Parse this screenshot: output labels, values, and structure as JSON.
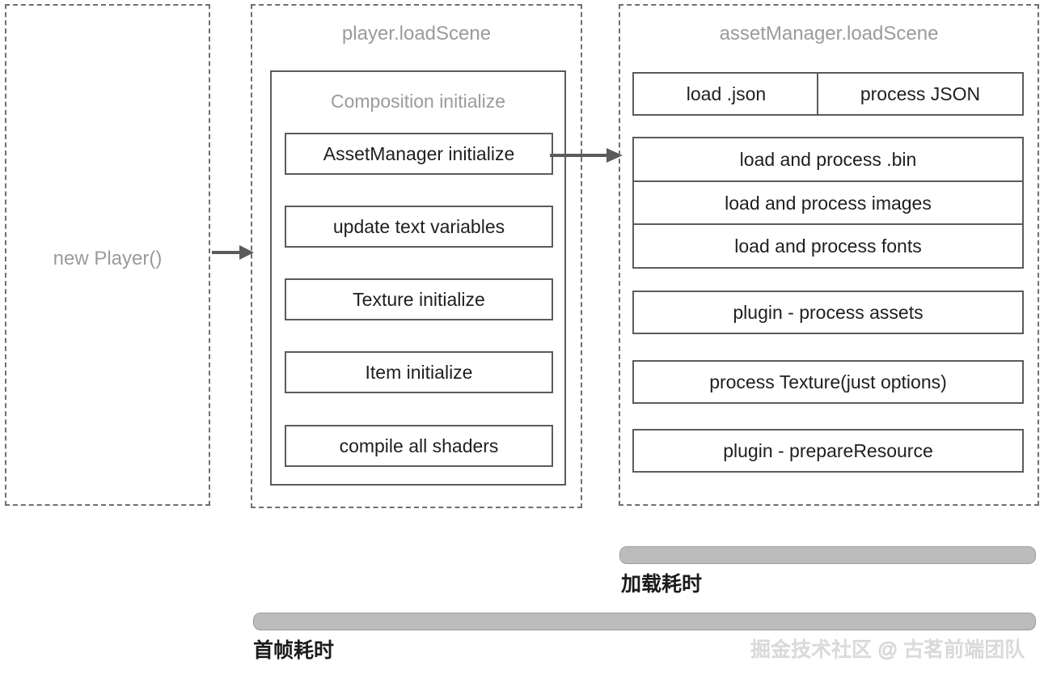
{
  "diagram": {
    "groups": [
      {
        "key": "entry",
        "title": "",
        "label": "new Player()"
      },
      {
        "key": "player_load_scene",
        "title": "player.loadScene",
        "panel_title": "Composition initialize",
        "steps": [
          "AssetManager initialize",
          "update text variables",
          "Texture initialize",
          "Item initialize",
          "compile all shaders"
        ]
      },
      {
        "key": "asset_manager_load_scene",
        "title": "assetManager.loadScene",
        "top_row": [
          "load .json",
          "process JSON"
        ],
        "stack": [
          "load and process .bin",
          "load and process images",
          "load and process fonts"
        ],
        "steps": [
          "plugin - process assets",
          "process Texture(just options)",
          "plugin - prepareResource"
        ]
      }
    ],
    "arrows": [
      {
        "key": "player-to-loadscene",
        "name": "arrow-new-player-to-player-loadscene"
      },
      {
        "key": "assetmanager-to-loadscene",
        "name": "arrow-assetmanager-initialize-to-assetmanager-loadscene"
      }
    ],
    "timing": {
      "load_bar_label": "加载耗时",
      "first_frame_bar_label": "首帧耗时"
    },
    "watermark": "掘金技术社区 @ 古茗前端团队",
    "colors": {
      "dashed_border": "#6f6f6f",
      "solid_border": "#5b5b5b",
      "group_title": "#9b9b9b",
      "box_text": "#1f1f1f",
      "bar_fill": "#bcbcbc",
      "bar_border": "#9e9e9e",
      "watermark": "#e2e2e2"
    }
  }
}
